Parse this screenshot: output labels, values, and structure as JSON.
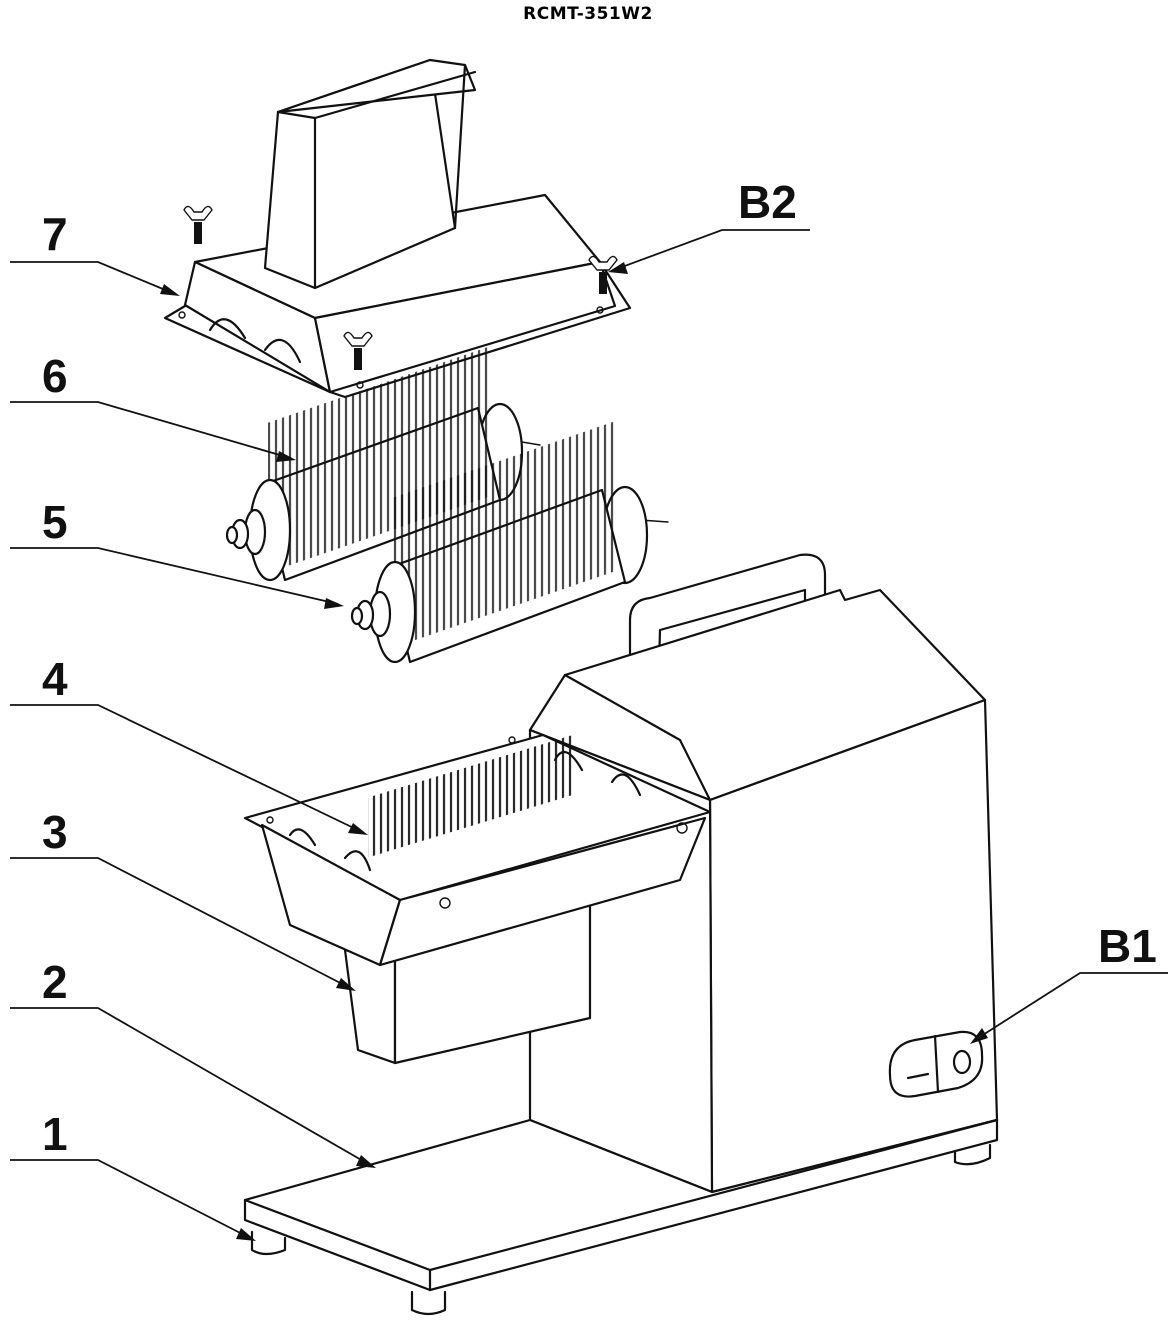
{
  "model_code": "RCMT-351W2",
  "callouts": [
    {
      "label": "7"
    },
    {
      "label": "6"
    },
    {
      "label": "5"
    },
    {
      "label": "4"
    },
    {
      "label": "3"
    },
    {
      "label": "2"
    },
    {
      "label": "1"
    },
    {
      "label": "B2"
    },
    {
      "label": "B1"
    }
  ]
}
